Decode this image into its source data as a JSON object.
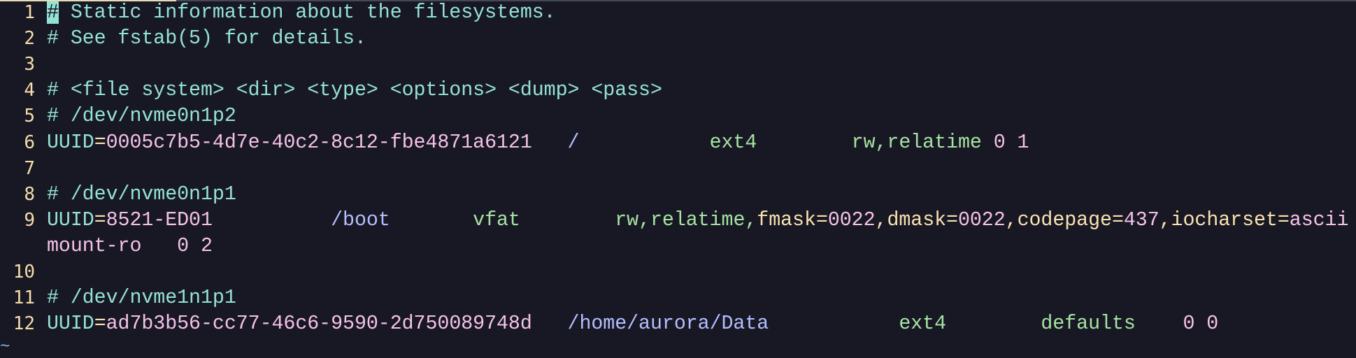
{
  "editor": {
    "lines": [
      {
        "num": "1",
        "segments": [
          {
            "t": "#",
            "c": "cursor"
          },
          {
            "t": " Static information about the filesystems.",
            "c": "comment"
          }
        ]
      },
      {
        "num": "2",
        "segments": [
          {
            "t": "# See fstab(5) for details.",
            "c": "comment"
          }
        ]
      },
      {
        "num": "3",
        "segments": []
      },
      {
        "num": "4",
        "segments": [
          {
            "t": "# <file system> <dir> <type> <options> <dump> <pass>",
            "c": "comment"
          }
        ]
      },
      {
        "num": "5",
        "segments": [
          {
            "t": "# /dev/nvme0n1p2",
            "c": "comment"
          }
        ]
      },
      {
        "num": "6",
        "segments": [
          {
            "t": "UUID",
            "c": "key"
          },
          {
            "t": "=",
            "c": "eq"
          },
          {
            "t": "0005c7b5-4d7e-40c2-8c12-fbe4871a6121   ",
            "c": "val"
          },
          {
            "t": "/           ",
            "c": "path"
          },
          {
            "t": "ext4        ",
            "c": "green"
          },
          {
            "t": "rw,relatime ",
            "c": "green"
          },
          {
            "t": "0 1",
            "c": "val"
          }
        ]
      },
      {
        "num": "7",
        "segments": []
      },
      {
        "num": "8",
        "segments": [
          {
            "t": "# /dev/nvme0n1p1",
            "c": "comment"
          }
        ]
      },
      {
        "num": "9",
        "segments": [
          {
            "t": "UUID",
            "c": "key"
          },
          {
            "t": "=",
            "c": "eq"
          },
          {
            "t": "8521-ED01          ",
            "c": "val"
          },
          {
            "t": "/boot       ",
            "c": "path"
          },
          {
            "t": "vfat        ",
            "c": "green"
          },
          {
            "t": "rw,relatime,",
            "c": "green"
          },
          {
            "t": "fmask",
            "c": "opt"
          },
          {
            "t": "=",
            "c": "eq"
          },
          {
            "t": "0022",
            "c": "val"
          },
          {
            "t": ",",
            "c": "opt"
          },
          {
            "t": "dmask",
            "c": "opt"
          },
          {
            "t": "=",
            "c": "eq"
          },
          {
            "t": "0022",
            "c": "val"
          },
          {
            "t": ",codepage",
            "c": "opt"
          },
          {
            "t": "=",
            "c": "eq"
          },
          {
            "t": "437",
            "c": "val"
          },
          {
            "t": ",iocharset",
            "c": "opt"
          },
          {
            "t": "=",
            "c": "eq"
          },
          {
            "t": "ascii",
            "c": "val"
          }
        ]
      },
      {
        "num": "",
        "segments": [
          {
            "t": "mount-ro   0 2",
            "c": "val"
          }
        ]
      },
      {
        "num": "10",
        "segments": []
      },
      {
        "num": "11",
        "segments": [
          {
            "t": "# /dev/nvme1n1p1",
            "c": "comment"
          }
        ]
      },
      {
        "num": "12",
        "segments": [
          {
            "t": "UUID",
            "c": "key"
          },
          {
            "t": "=",
            "c": "eq"
          },
          {
            "t": "ad7b3b56-cc77-46c6-9590-2d750089748d   ",
            "c": "val"
          },
          {
            "t": "/home/aurora/Data           ",
            "c": "path"
          },
          {
            "t": "ext4        ",
            "c": "green"
          },
          {
            "t": "defaults    ",
            "c": "green"
          },
          {
            "t": "0 0",
            "c": "val"
          }
        ]
      }
    ],
    "tilde": "~"
  }
}
